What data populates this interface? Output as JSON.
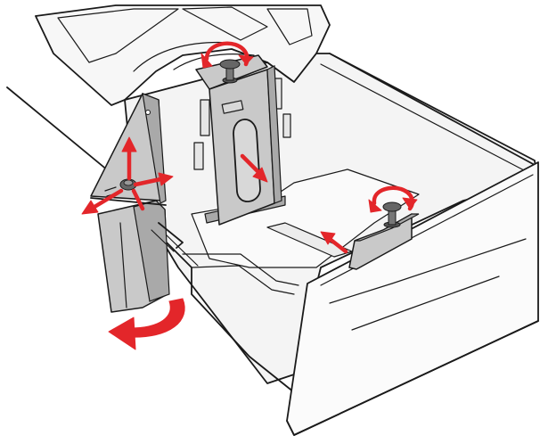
{
  "diagram": {
    "colors": {
      "background": "#ffffff",
      "outline": "#1a1a1a",
      "tray_fill": "#f4f4f4",
      "guide_fill": "#c9c9c9",
      "guide_shade": "#a9a9a9",
      "arrow": "#e3262a"
    },
    "parts": [
      {
        "name": "paper-tray"
      },
      {
        "name": "tray-front-panel"
      },
      {
        "name": "side-paper-guide"
      },
      {
        "name": "rear-paper-guide"
      },
      {
        "name": "front-paper-guide"
      },
      {
        "name": "thumbscrew-rear"
      },
      {
        "name": "thumbscrew-front"
      },
      {
        "name": "thumbscrew-side"
      }
    ],
    "motions": [
      {
        "name": "rotate-thumbscrew-arrow"
      },
      {
        "name": "slide-guide-arrow"
      },
      {
        "name": "swing-down-arrow"
      }
    ]
  }
}
